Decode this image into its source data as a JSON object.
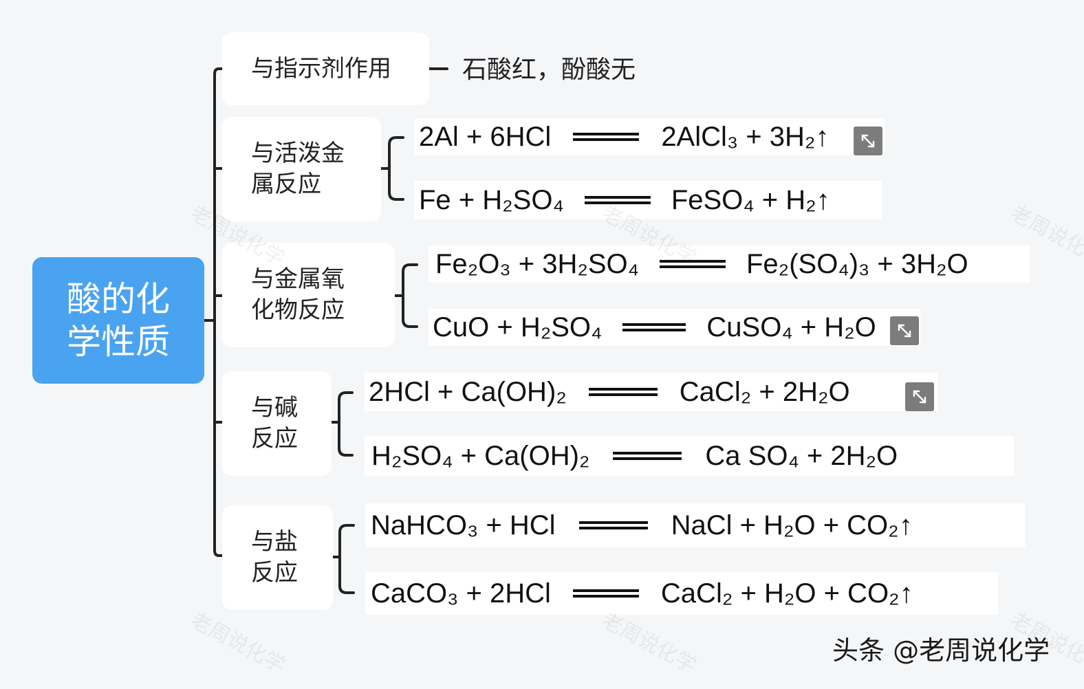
{
  "root": {
    "label_line1": "酸的化",
    "label_line2": "学性质"
  },
  "branches": [
    {
      "label_line1": "与指示剂作用",
      "label_line2": ""
    },
    {
      "label_line1": "与活泼金",
      "label_line2": "属反应"
    },
    {
      "label_line1": "与金属氧",
      "label_line2": "化物反应"
    },
    {
      "label_line1": "与碱",
      "label_line2": "反应"
    },
    {
      "label_line1": "与盐",
      "label_line2": "反应"
    }
  ],
  "indicator": {
    "text": "石酸红，酚酸无"
  },
  "equations": [
    {
      "left": "2Al + 6HCl",
      "right": "2AlCl₃ + 3H₂↑"
    },
    {
      "left": "Fe + H₂SO₄",
      "right": "FeSO₄ + H₂↑"
    },
    {
      "left": "Fe₂O₃ + 3H₂SO₄",
      "right": "Fe₂(SO₄)₃ + 3H₂O"
    },
    {
      "left": "CuO + H₂SO₄",
      "right": "CuSO₄ + H₂O"
    },
    {
      "left": "2HCl + Ca(OH)₂",
      "right": "CaCl₂ + 2H₂O"
    },
    {
      "left": "H₂SO₄ + Ca(OH)₂",
      "right": "Ca SO₄ + 2H₂O"
    },
    {
      "left": "NaHCO₃ + HCl",
      "right": "NaCl + H₂O + CO₂↑"
    },
    {
      "left": "CaCO₃ + 2HCl",
      "right": "CaCl₂ + H₂O + CO₂↑"
    }
  ],
  "watermark": "老周说化学",
  "footer": {
    "credit": "头条 @老周说化学"
  },
  "colors": {
    "background": "#f5f6f8",
    "root_fill": "#4aa3f0",
    "node_fill": "#ffffff",
    "connector": "#222222"
  }
}
